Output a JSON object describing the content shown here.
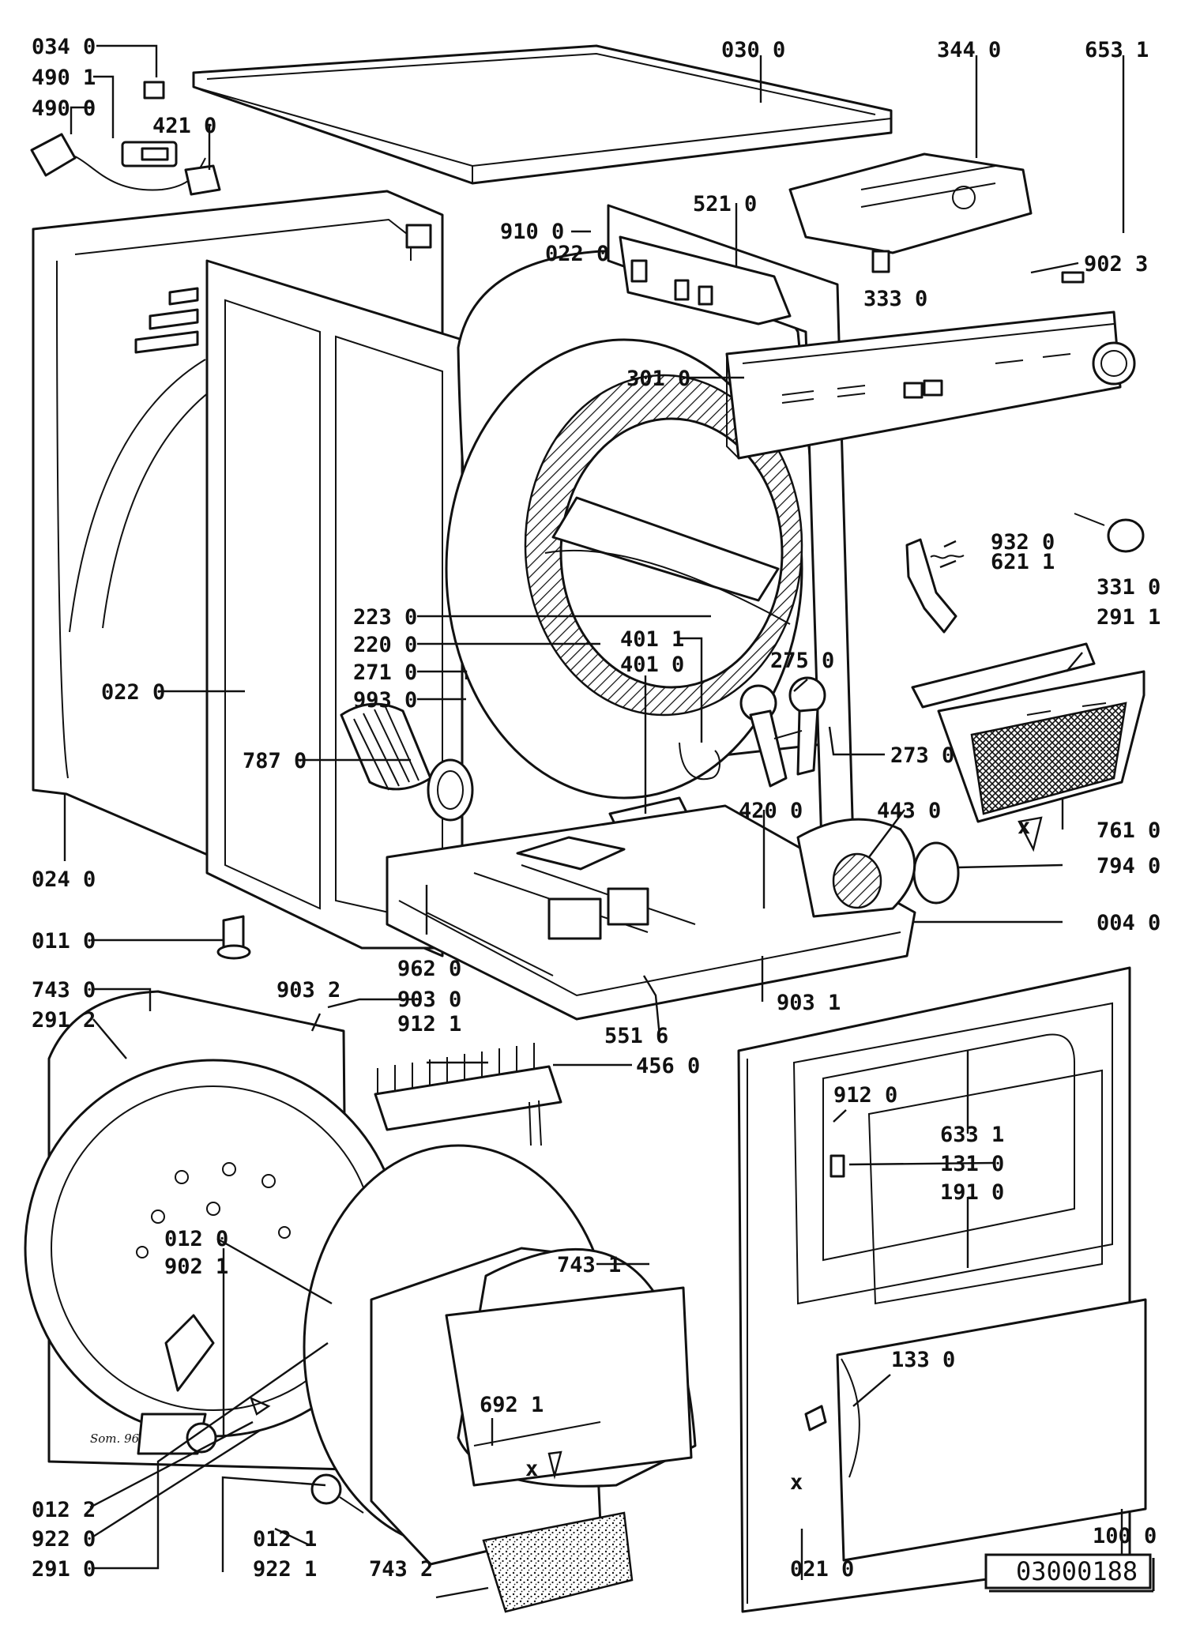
{
  "drawing": {
    "reference_number": "03000188",
    "inscription": "Som. 96",
    "callout_labels": [
      "034 0",
      "490 1",
      "490 0",
      "421 0",
      "030 0",
      "344 0",
      "653 1",
      "910 0",
      "022 0",
      "521 0",
      "333 0",
      "902 3",
      "301 0",
      "932 0",
      "621 1",
      "331 0",
      "291 1",
      "223 0",
      "220 0",
      "271 0",
      "993 0",
      "401 1",
      "401 0",
      "275 0",
      "022 0",
      "787 0",
      "273 0",
      "420 0",
      "443 0",
      "761 0",
      "794 0",
      "024 0",
      "004 0",
      "011 0",
      "962 0",
      "903 0",
      "903 1",
      "903 2",
      "743 0",
      "291 2",
      "912 1",
      "551 6",
      "456 0",
      "912 0",
      "633 1",
      "131 0",
      "191 0",
      "012 0",
      "902 1",
      "743 1",
      "133 0",
      "692 1",
      "012 2",
      "922 0",
      "291 0",
      "012 1",
      "922 1",
      "743 2",
      "021 0",
      "100 0"
    ],
    "orientation_marks": [
      "x",
      "x",
      "x"
    ]
  }
}
